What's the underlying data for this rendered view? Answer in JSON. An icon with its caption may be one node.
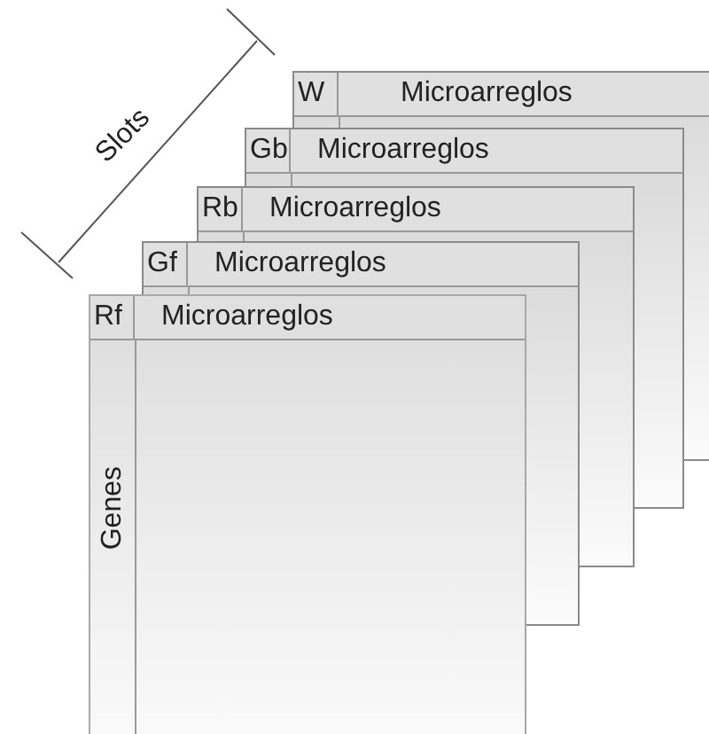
{
  "diagram": {
    "nodes": [
      {
        "text": [
          "W",
          "Microarreglos"
        ]
      },
      {
        "text": [
          "Gb",
          "Microarreglos"
        ]
      },
      {
        "text": [
          "Rb",
          "Microarreglos"
        ]
      },
      {
        "text": [
          "Gf",
          "Microarreglos"
        ]
      },
      {
        "text": [
          "Rf",
          "Microarreglos",
          "Genes"
        ]
      }
    ],
    "edges": [],
    "labels": [
      "Slots"
    ]
  }
}
